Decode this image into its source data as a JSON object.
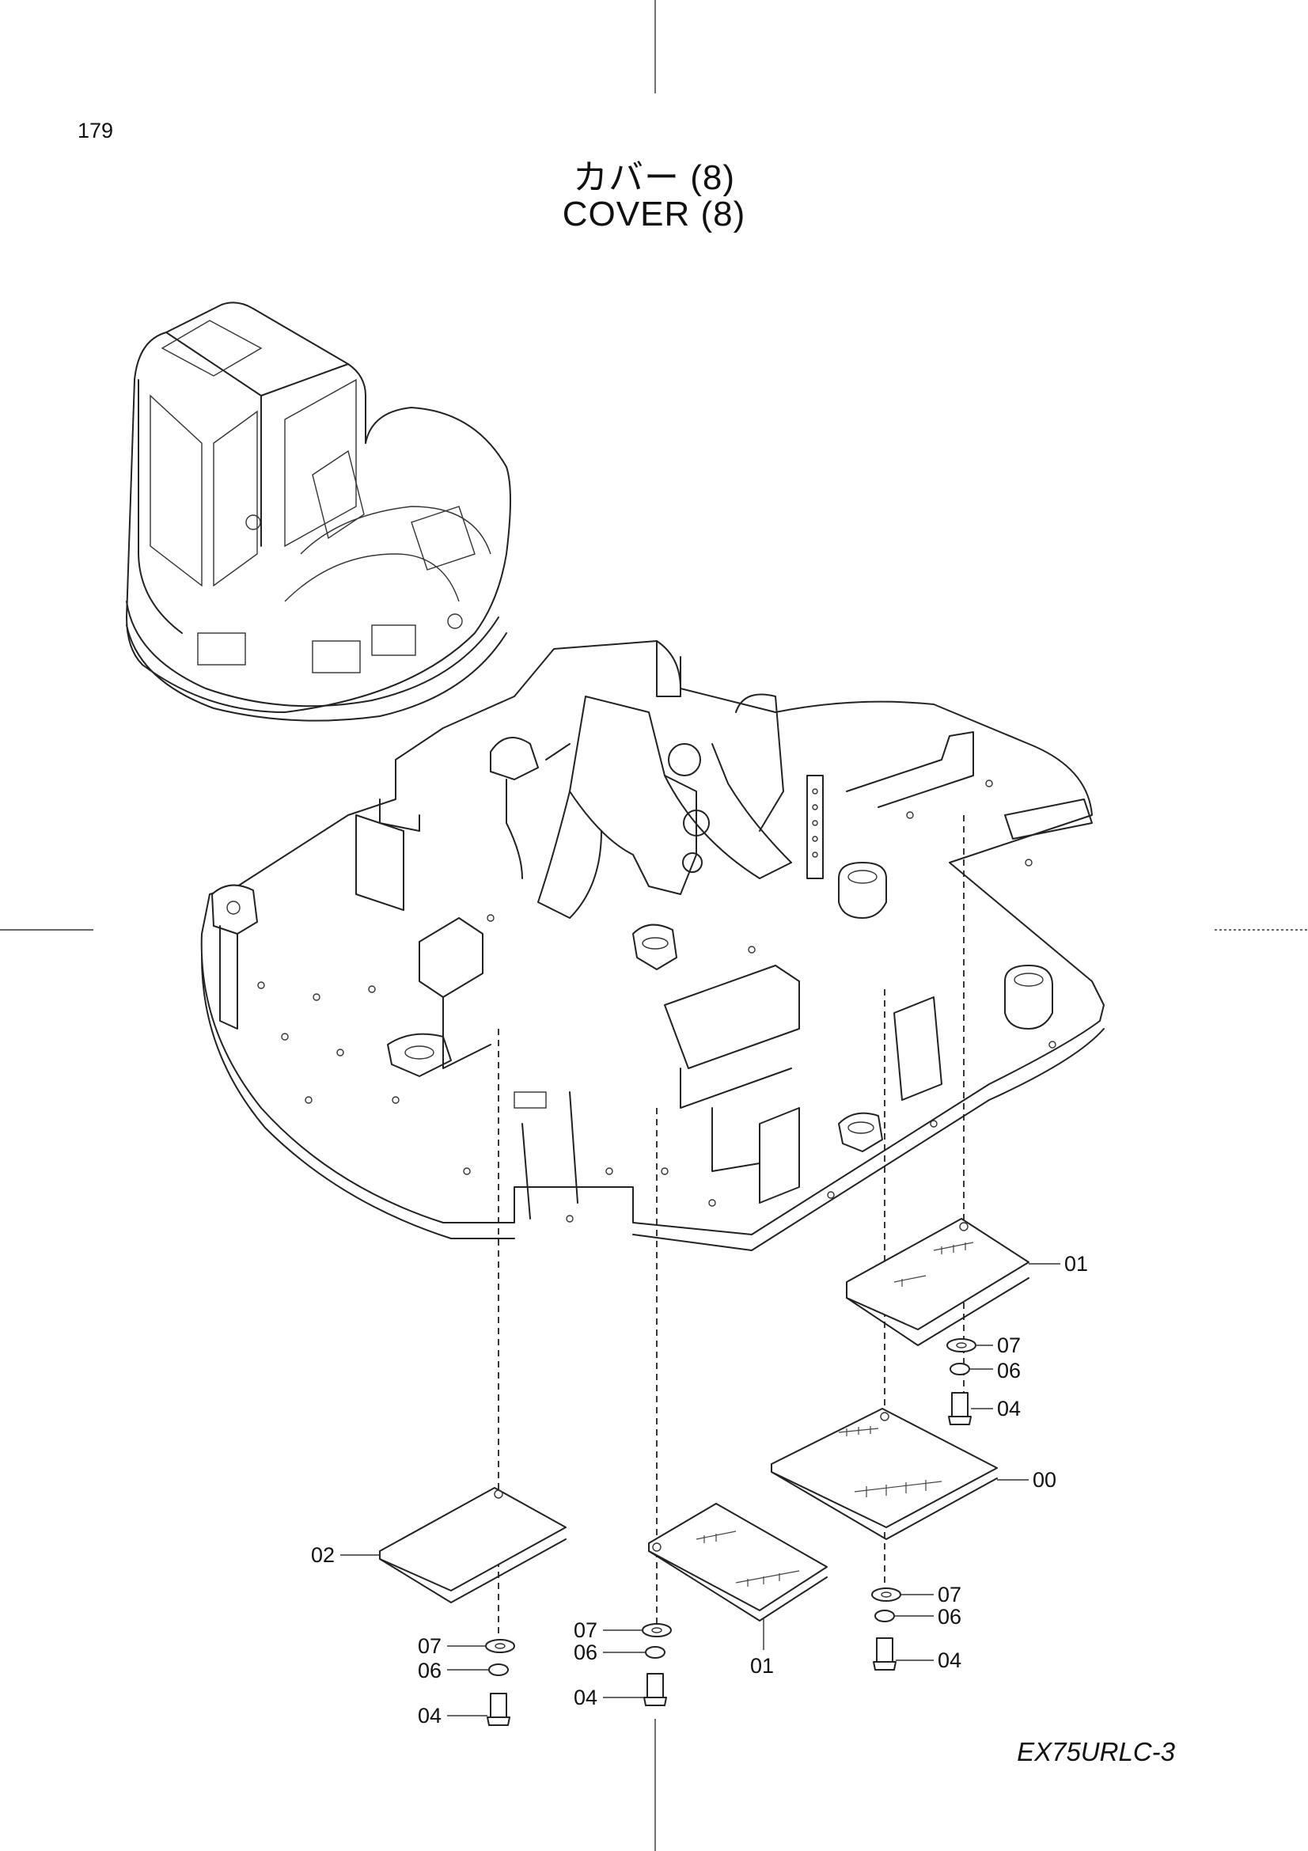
{
  "header": {
    "page_number": "179",
    "title_jp": "カバー (8)",
    "title_en": "COVER (8)"
  },
  "footer": {
    "model": "EX75URLC-3"
  },
  "callouts": {
    "c01_top": "01",
    "c07_right_top": "07",
    "c06_right_top": "06",
    "c04_right_top": "04",
    "c00": "00",
    "c07_right_bottom": "07",
    "c06_right_bottom": "06",
    "c04_right_bottom": "04",
    "c02": "02",
    "c07_left": "07",
    "c06_left": "06",
    "c04_left": "04",
    "c07_mid": "07",
    "c06_mid": "06",
    "c04_mid": "04",
    "c01_mid": "01"
  }
}
